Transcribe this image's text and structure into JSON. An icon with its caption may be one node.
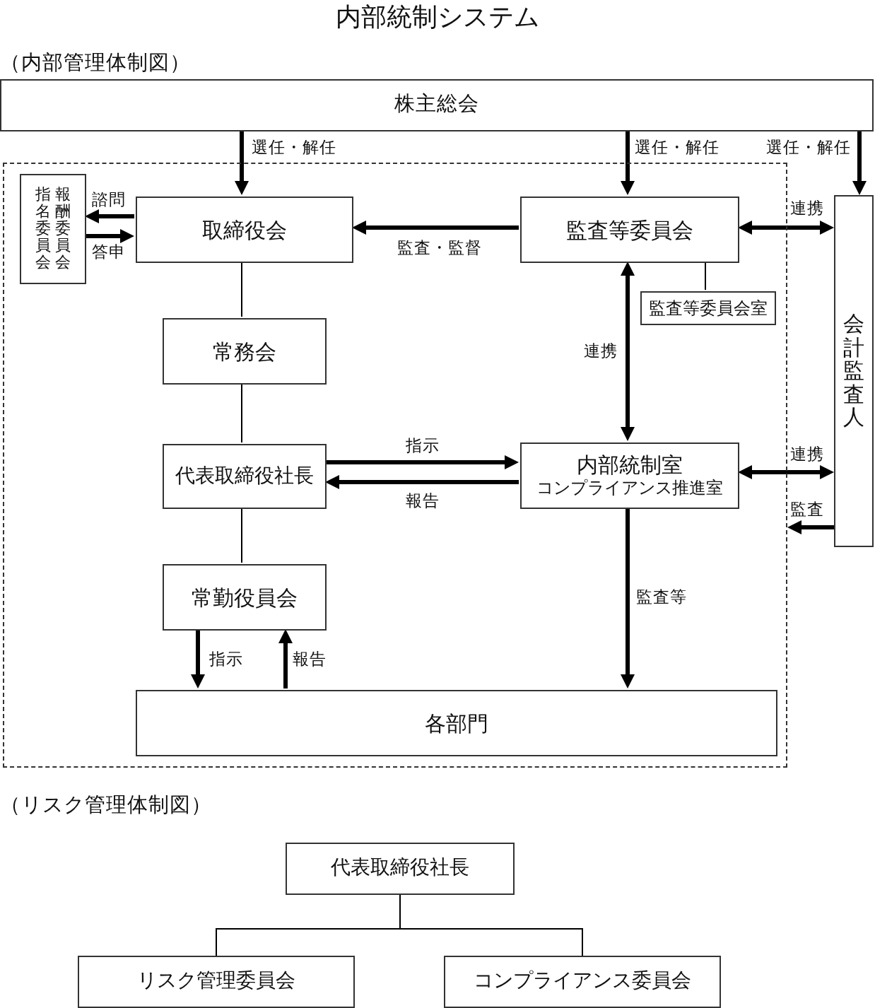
{
  "diagram": {
    "title": "内部統制システム",
    "nodes": [
      {
        "text": [
          "株主総会"
        ]
      },
      {
        "text": [],
        "shape": "box"
      },
      {
        "text": [
          "指名委員会",
          "報酬委員会"
        ],
        "in": 1
      },
      {
        "text": [
          "取締役会"
        ],
        "in": 1
      },
      {
        "text": [
          "監査等委員会"
        ],
        "in": 1
      },
      {
        "text": [
          "監査等委員会室"
        ],
        "in": 1
      },
      {
        "text": [
          "会計監査人"
        ]
      },
      {
        "text": [
          "常務会"
        ],
        "in": 1
      },
      {
        "text": [
          "代表取締役社長"
        ],
        "in": 1
      },
      {
        "text": [
          "内部統制室",
          "コンプライアンス推進室"
        ],
        "in": 1
      },
      {
        "text": [
          "常勤役員会"
        ],
        "in": 1
      },
      {
        "text": [
          "各部門"
        ],
        "in": 1
      },
      {
        "text": [
          "代表取締役社長"
        ]
      },
      {
        "text": [
          "リスク管理委員会"
        ]
      },
      {
        "text": [
          "コンプライアンス委員会"
        ]
      }
    ],
    "edges": [
      {
        "from": 0,
        "to": 3,
        "arrow": "to",
        "label": "選任・解任"
      },
      {
        "from": 0,
        "to": 4,
        "arrow": "to",
        "label": "選任・解任"
      },
      {
        "from": 0,
        "to": 6,
        "arrow": "to",
        "label": "選任・解任"
      },
      {
        "from": 3,
        "to": 2,
        "arrow": "to",
        "label": "諮問"
      },
      {
        "from": 2,
        "to": 3,
        "arrow": "to",
        "label": "答申"
      },
      {
        "from": 4,
        "to": 3,
        "arrow": "to",
        "label": "監査・監督"
      },
      {
        "from": 4,
        "to": 6,
        "arrow": "both",
        "label": "連携"
      },
      {
        "from": 4,
        "to": 5,
        "arrow": "none"
      },
      {
        "from": 4,
        "to": 9,
        "arrow": "both",
        "label": "連携"
      },
      {
        "from": 3,
        "to": 7,
        "arrow": "none"
      },
      {
        "from": 7,
        "to": 8,
        "arrow": "none"
      },
      {
        "from": 8,
        "to": 9,
        "arrow": "to",
        "label": "指示"
      },
      {
        "from": 9,
        "to": 8,
        "arrow": "to",
        "label": "報告"
      },
      {
        "from": 9,
        "to": 6,
        "arrow": "both",
        "label": "連携"
      },
      {
        "from": 6,
        "to": 1,
        "arrow": "to",
        "label": "監査"
      },
      {
        "from": 8,
        "to": 10,
        "arrow": "none"
      },
      {
        "from": 10,
        "to": 11,
        "arrow": "to",
        "label": "指示"
      },
      {
        "from": 11,
        "to": 10,
        "arrow": "to",
        "label": "報告"
      },
      {
        "from": 9,
        "to": 11,
        "arrow": "to",
        "label": "監査等"
      },
      {
        "from": 12,
        "to": 13,
        "arrow": "none"
      },
      {
        "from": 12,
        "to": 14,
        "arrow": "none"
      }
    ],
    "labels": [
      "（内部管理体制図）",
      "（リスク管理体制図）"
    ]
  }
}
